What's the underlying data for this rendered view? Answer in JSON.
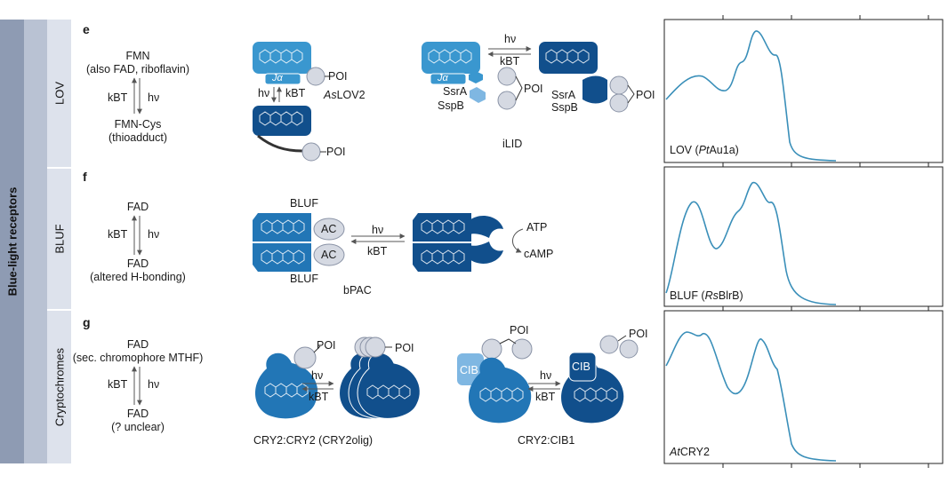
{
  "side": {
    "title": "Blue-light receptors"
  },
  "rows": [
    {
      "panel": "e",
      "category": "LOV",
      "chromophore": "FMN",
      "chromophore_note": "(also FAD, riboflavin)",
      "thermal": "kBT",
      "light": "hν",
      "product": "FMN-Cys",
      "product_note": "(thioadduct)",
      "construct1": {
        "name_italic": "As",
        "name_rest": "LOV2",
        "helix": "Jα",
        "helix_b": "Jα",
        "poi_top": "POI",
        "poi_bottom": "POI",
        "light": "hν",
        "thermal": "kBT"
      },
      "construct2": {
        "name": "iLID",
        "left_a": "SsrA",
        "left_b": "SspB",
        "right_a": "SsrA",
        "right_b": "SspB",
        "poi_left": "POI",
        "poi_right": "POI",
        "light": "hν",
        "thermal": "kBT"
      },
      "spectrum": {
        "label_pre": "LOV (",
        "label_italic": "Pt",
        "label_post": "Au1a)"
      }
    },
    {
      "panel": "f",
      "category": "BLUF",
      "chromophore": "FAD",
      "thermal": "kBT",
      "light": "hν",
      "product": "FAD",
      "product_note": "(altered H-bonding)",
      "construct1": {
        "name": "bPAC",
        "bluf_top": "BLUF",
        "bluf_bottom": "BLUF",
        "ac_top": "AC",
        "ac_bottom": "AC",
        "light": "hν",
        "thermal": "kBT",
        "atp": "ATP",
        "camp": "cAMP"
      },
      "spectrum": {
        "label_pre": "BLUF (",
        "label_italic": "Rs",
        "label_post": "BlrB)"
      }
    },
    {
      "panel": "g",
      "category": "Cryptochromes",
      "chromophore": "FAD",
      "chromophore_note": "(sec. chromophore MTHF)",
      "thermal": "kBT",
      "light": "hν",
      "product": "FAD",
      "product_note": "(? unclear)",
      "construct1": {
        "name": "CRY2:CRY2 (CRY2olig)",
        "poi_left": "POI",
        "poi_right": "POI",
        "light": "hν",
        "thermal": "kBT"
      },
      "construct2": {
        "name": "CRY2:CIB1",
        "cib_left": "CIB",
        "cib_right": "CIB",
        "poi_left": "POI",
        "poi_right": "POI",
        "light": "hν",
        "thermal": "kBT"
      },
      "spectrum": {
        "label_italic": "At",
        "label_post": "CRY2"
      }
    }
  ],
  "colors": {
    "light_blue": "#3a97cf",
    "mid_blue": "#2276b6",
    "dark_blue": "#114f8c",
    "grey_ball": "#d5d9e2",
    "spectrum_line": "#3a8fb9"
  }
}
